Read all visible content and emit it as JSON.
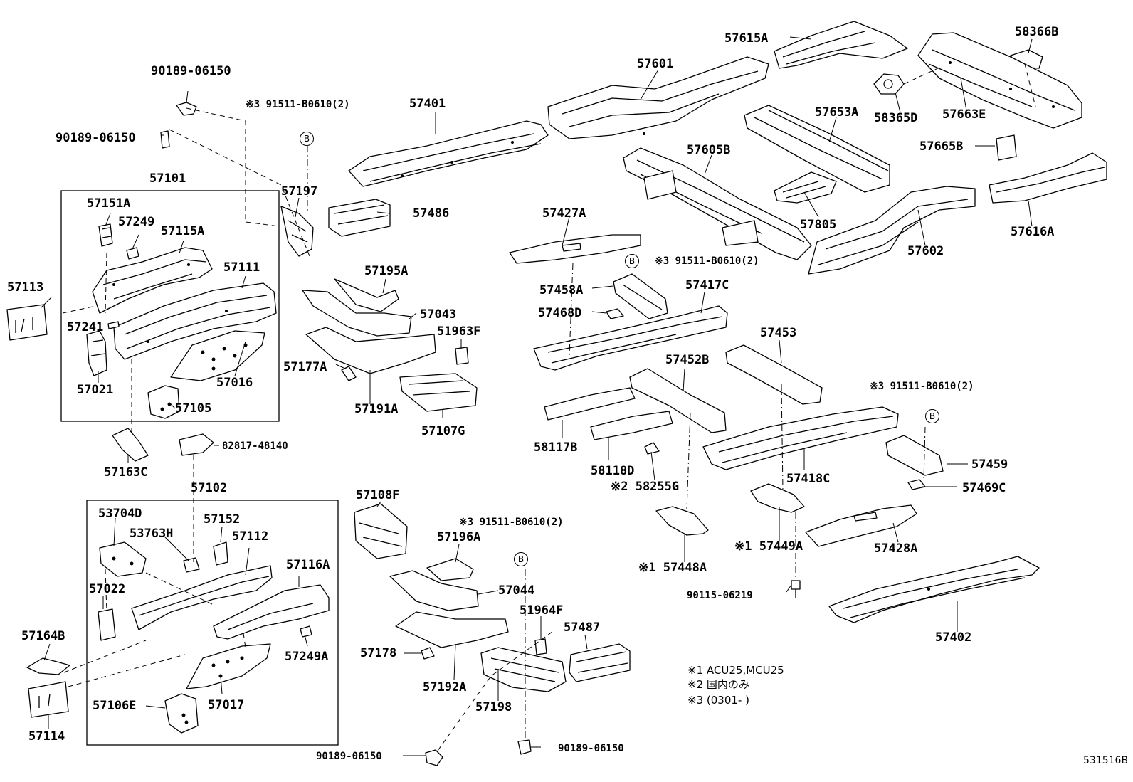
{
  "labels": {
    "p90189_06150_a": "90189-06150",
    "p90189_06150_b": "90189-06150",
    "p90189_06150_c": "90189-06150",
    "p90189_06150_d": "90189-06150",
    "p91511_1": "※3 91511-B0610(2)",
    "p91511_2": "※3 91511-B0610(2)",
    "p91511_3": "※3 91511-B0610(2)",
    "p91511_4": "※3 91511-B0610(2)",
    "p57101": "57101",
    "p57151A": "57151A",
    "p57249": "57249",
    "p57115A": "57115A",
    "p57111": "57111",
    "p57113": "57113",
    "p57241": "57241",
    "p57021": "57021",
    "p57016": "57016",
    "p57105": "57105",
    "p57197": "57197",
    "p57486": "57486",
    "p57401": "57401",
    "p57601": "57601",
    "p57615A": "57615A",
    "p58366B": "58366B",
    "p58365D": "58365D",
    "p57663E": "57663E",
    "p57653A": "57653A",
    "p57665B": "57665B",
    "p57605B": "57605B",
    "p57805": "57805",
    "p57602": "57602",
    "p57616A": "57616A",
    "p57427A": "57427A",
    "p57458A": "57458A",
    "p57468D": "57468D",
    "p57417C": "57417C",
    "p57195A": "57195A",
    "p57043": "57043",
    "p51963F": "51963F",
    "p57177A": "57177A",
    "p57191A": "57191A",
    "p57107G": "57107G",
    "p57453": "57453",
    "p57452B": "57452B",
    "p58117B": "58117B",
    "p58118D": "58118D",
    "p58255G": "※2 58255G",
    "p57418C": "57418C",
    "p57459": "57459",
    "p57469C": "57469C",
    "p57163C": "57163C",
    "p82817": "82817-48140",
    "p57102": "57102",
    "p53704D": "53704D",
    "p53763H": "53763H",
    "p57152": "57152",
    "p57112": "57112",
    "p57116A": "57116A",
    "p57022": "57022",
    "p57164B": "57164B",
    "p57249A": "57249A",
    "p57017": "57017",
    "p57106E": "57106E",
    "p57114": "57114",
    "p57108F": "57108F",
    "p57196A": "57196A",
    "p57044": "57044",
    "p51964F": "51964F",
    "p57487": "57487",
    "p57178": "57178",
    "p57192A": "57192A",
    "p57198": "57198",
    "p57448A": "※1 57448A",
    "p57449A": "※1 57449A",
    "p57428A": "57428A",
    "p90115": "90115-06219",
    "p57402": "57402",
    "circle_b": "B",
    "note1": "※1  ACU25,MCU25",
    "note2": "※2  国内のみ",
    "note3": "※3 (0301-       )",
    "diagram_id": "531516B"
  }
}
